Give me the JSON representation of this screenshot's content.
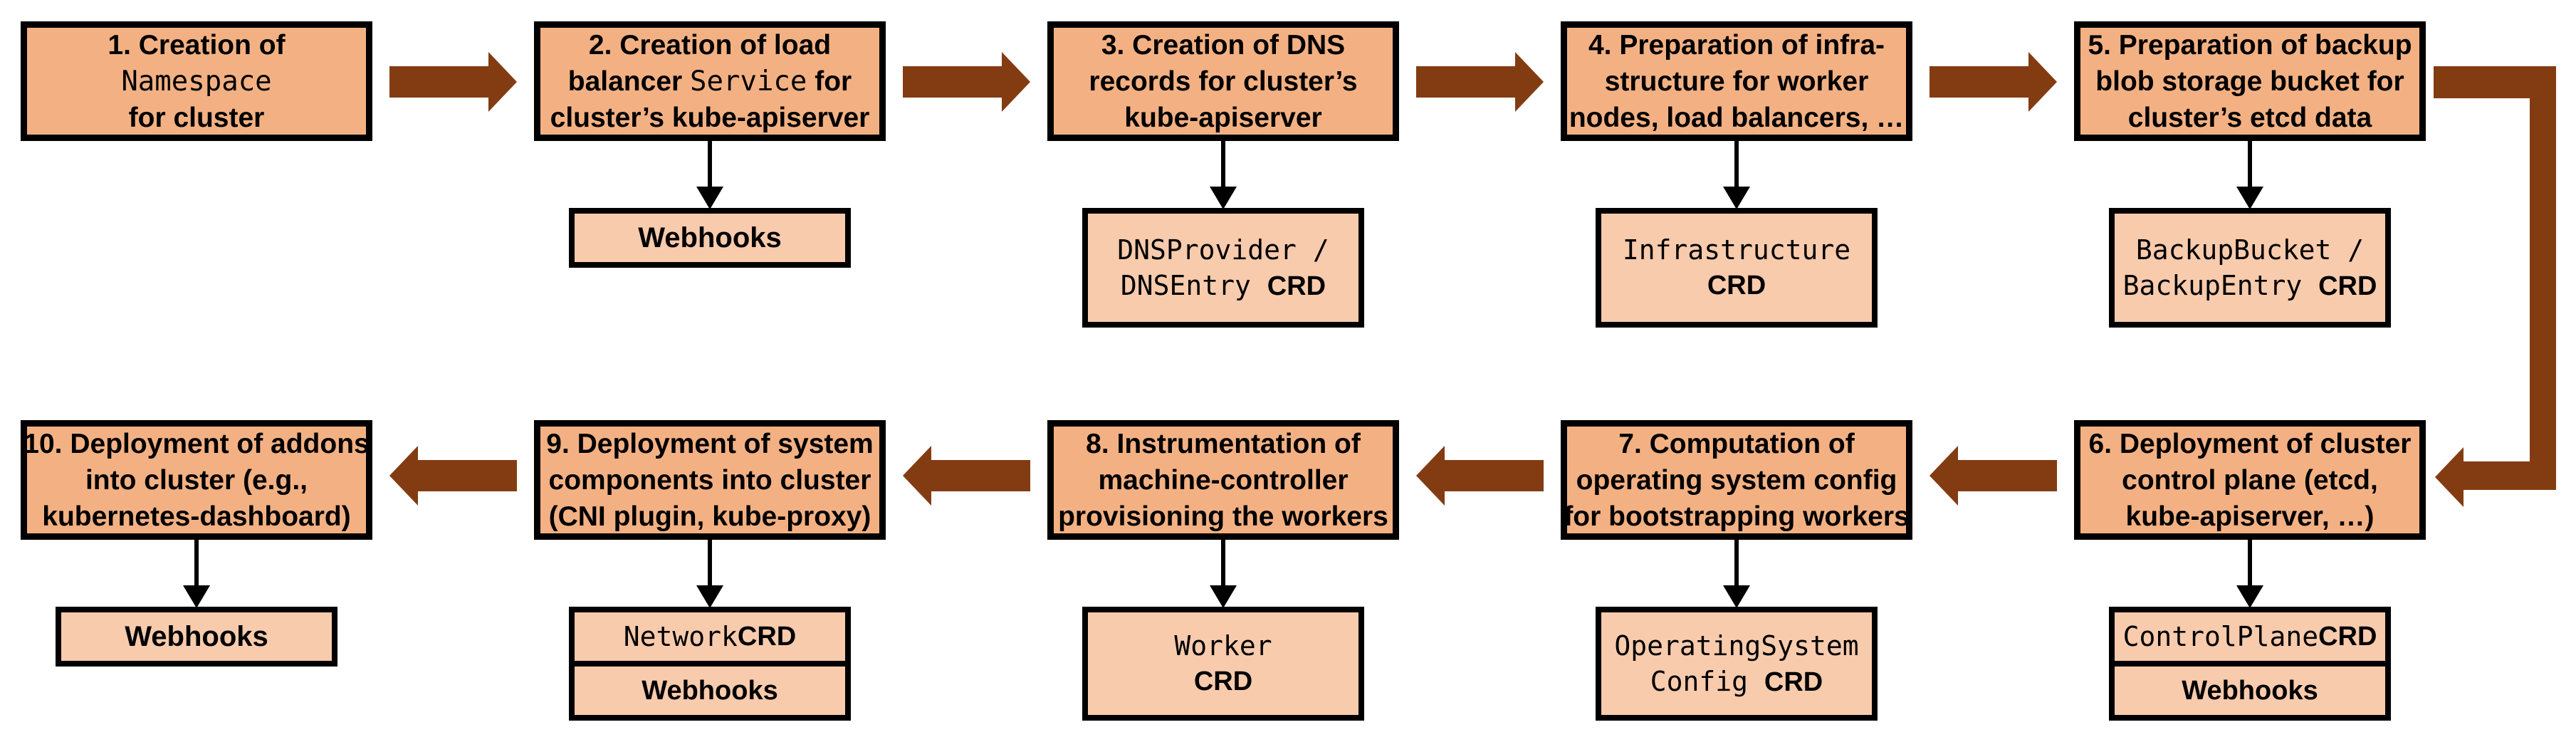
{
  "diagram_title": "Cluster creation flow",
  "colors": {
    "step_fill": "#F3B183",
    "child_fill": "#F8CBAD",
    "arrow_brown": "#833C12",
    "border": "#000000",
    "background": "#FFFFFF"
  },
  "steps": [
    {
      "l1": "1. Creation of",
      "l2_code": "Namespace",
      "l3": "for cluster"
    },
    {
      "l1": "2. Creation of load",
      "l2a": "balancer ",
      "l2_code": "Service",
      "l2b": " for",
      "l3": "cluster’s kube-apiserver"
    },
    {
      "l1": "3. Creation of DNS",
      "l2": "records for cluster’s",
      "l3": "kube-apiserver"
    },
    {
      "l1": "4. Preparation of infra-",
      "l2": "structure for worker",
      "l3": "nodes, load balancers, …"
    },
    {
      "l1": "5. Preparation of backup",
      "l2": "blob storage bucket for",
      "l3": "cluster’s etcd data"
    },
    {
      "l1": "6. Deployment of cluster",
      "l2": "control plane (etcd,",
      "l3": "kube-apiserver, …)"
    },
    {
      "l1": "7. Computation of",
      "l2": "operating system config",
      "l3": "for bootstrapping workers"
    },
    {
      "l1": "8. Instrumentation of",
      "l2": "machine-controller",
      "l3": "provisioning the workers"
    },
    {
      "l1": "9. Deployment of system",
      "l2": "components into cluster",
      "l3": "(CNI plugin, kube-proxy)"
    },
    {
      "l1": "10. Deployment of addons",
      "l2": "into cluster (e.g.,",
      "l3": "kubernetes-dashboard)"
    }
  ],
  "children": {
    "step2_webhooks": "Webhooks",
    "step3_line1_code": "DNSProvider /",
    "step3_line2_code": "DNSEntry ",
    "step3_crd": "CRD",
    "step4_code": "Infrastructure",
    "step4_crd": "CRD",
    "step5_line1_code": "BackupBucket /",
    "step5_line2_code": "BackupEntry ",
    "step5_crd": "CRD",
    "step6_code": "ControlPlane ",
    "step6_crd": "CRD",
    "step6_webhooks": "Webhooks",
    "step7_line1_code": "OperatingSystem",
    "step7_line2_code": "Config ",
    "step7_crd": "CRD",
    "step8_code": "Worker",
    "step8_crd": "CRD",
    "step9_code": "Network ",
    "step9_crd": "CRD",
    "step9_webhooks": "Webhooks",
    "step10_webhooks": "Webhooks"
  }
}
